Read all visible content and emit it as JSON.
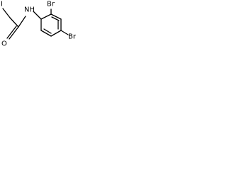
{
  "molecule": {
    "atoms": {
      "iodine": "I",
      "oxygen": "O",
      "nitrogen_hydrogen": "NH",
      "bromine_ortho": "Br",
      "bromine_para": "Br"
    },
    "colors": {
      "bond": "#000000",
      "label": "#000000",
      "background": "#ffffff"
    }
  }
}
